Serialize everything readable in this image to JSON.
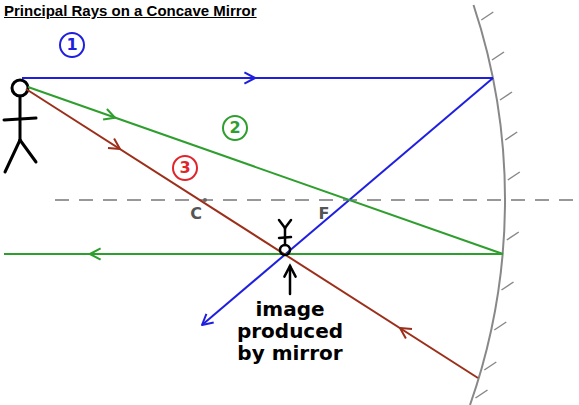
{
  "diagram": {
    "title": "Principal Rays on a Concave Mirror",
    "labels": [
      "1",
      "2",
      "3",
      "C",
      "F",
      "image produced by mirror"
    ]
  }
}
